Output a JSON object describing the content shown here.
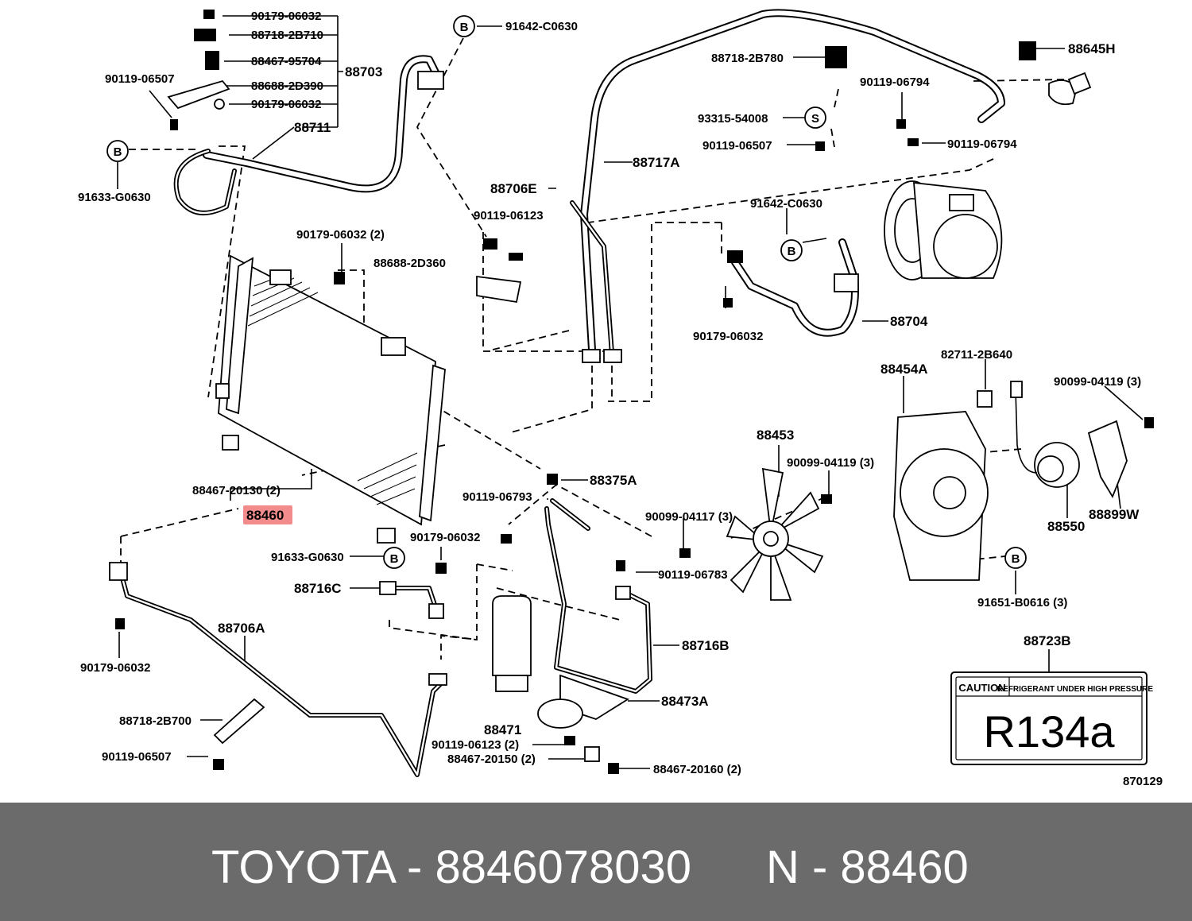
{
  "diagram": {
    "highlight_color": "#f28b8b",
    "part_numbers": {
      "p88703": "88703",
      "p88711": "88711",
      "p88704": "88704",
      "p88717A": "88717A",
      "p88706E": "88706E",
      "p88645H": "88645H",
      "p88460": "88460",
      "p88454A": "88454A",
      "p88453": "88453",
      "p88550": "88550",
      "p88899W": "88899W",
      "p88375A": "88375A",
      "p88716C": "88716C",
      "p88716B": "88716B",
      "p88706A": "88706A",
      "p88471": "88471",
      "p88473A": "88473A",
      "p88723B": "88723B"
    },
    "fasteners": {
      "f01": "90179-06032",
      "f02": "88718-2B710",
      "f03": "88467-95704",
      "f04": "88688-2D390",
      "f05": "90179-06032",
      "f06": "90119-06507",
      "f07": "91633-G0630",
      "f08": "91642-C0630",
      "f09": "88718-2B780",
      "f10": "90119-06794",
      "f11": "93315-54008",
      "f12": "90119-06507",
      "f13": "90119-06794",
      "f14": "90119-06123",
      "f15": "90179-06032 (2)",
      "f16": "88688-2D360",
      "f17": "91642-C0630",
      "f18": "90179-06032",
      "f19": "82711-2B640",
      "f20": "90099-04119 (3)",
      "f21": "90099-04119 (3)",
      "f22": "88467-20130 (2)",
      "f23": "90119-06793",
      "f24": "90099-04117 (3)",
      "f25": "90179-06032",
      "f26": "91633-G0630",
      "f27": "90119-06783",
      "f28": "91651-B0616 (3)",
      "f29": "90179-06032",
      "f30": "88718-2B700",
      "f31": "90119-06507",
      "f32": "90119-06123 (2)",
      "f33": "88467-20150 (2)",
      "f34": "88467-20160 (2)"
    },
    "markers": {
      "b": "B",
      "s": "S"
    },
    "caution_label": {
      "caution": "CAUTION",
      "warning": "REFRIGERANT UNDER HIGH PRESSURE",
      "refrigerant": "R134a"
    },
    "figure_code": "870129"
  },
  "footer": {
    "brand_line": "TOYOTA - 8846078030",
    "ref_line": "N - 88460"
  }
}
